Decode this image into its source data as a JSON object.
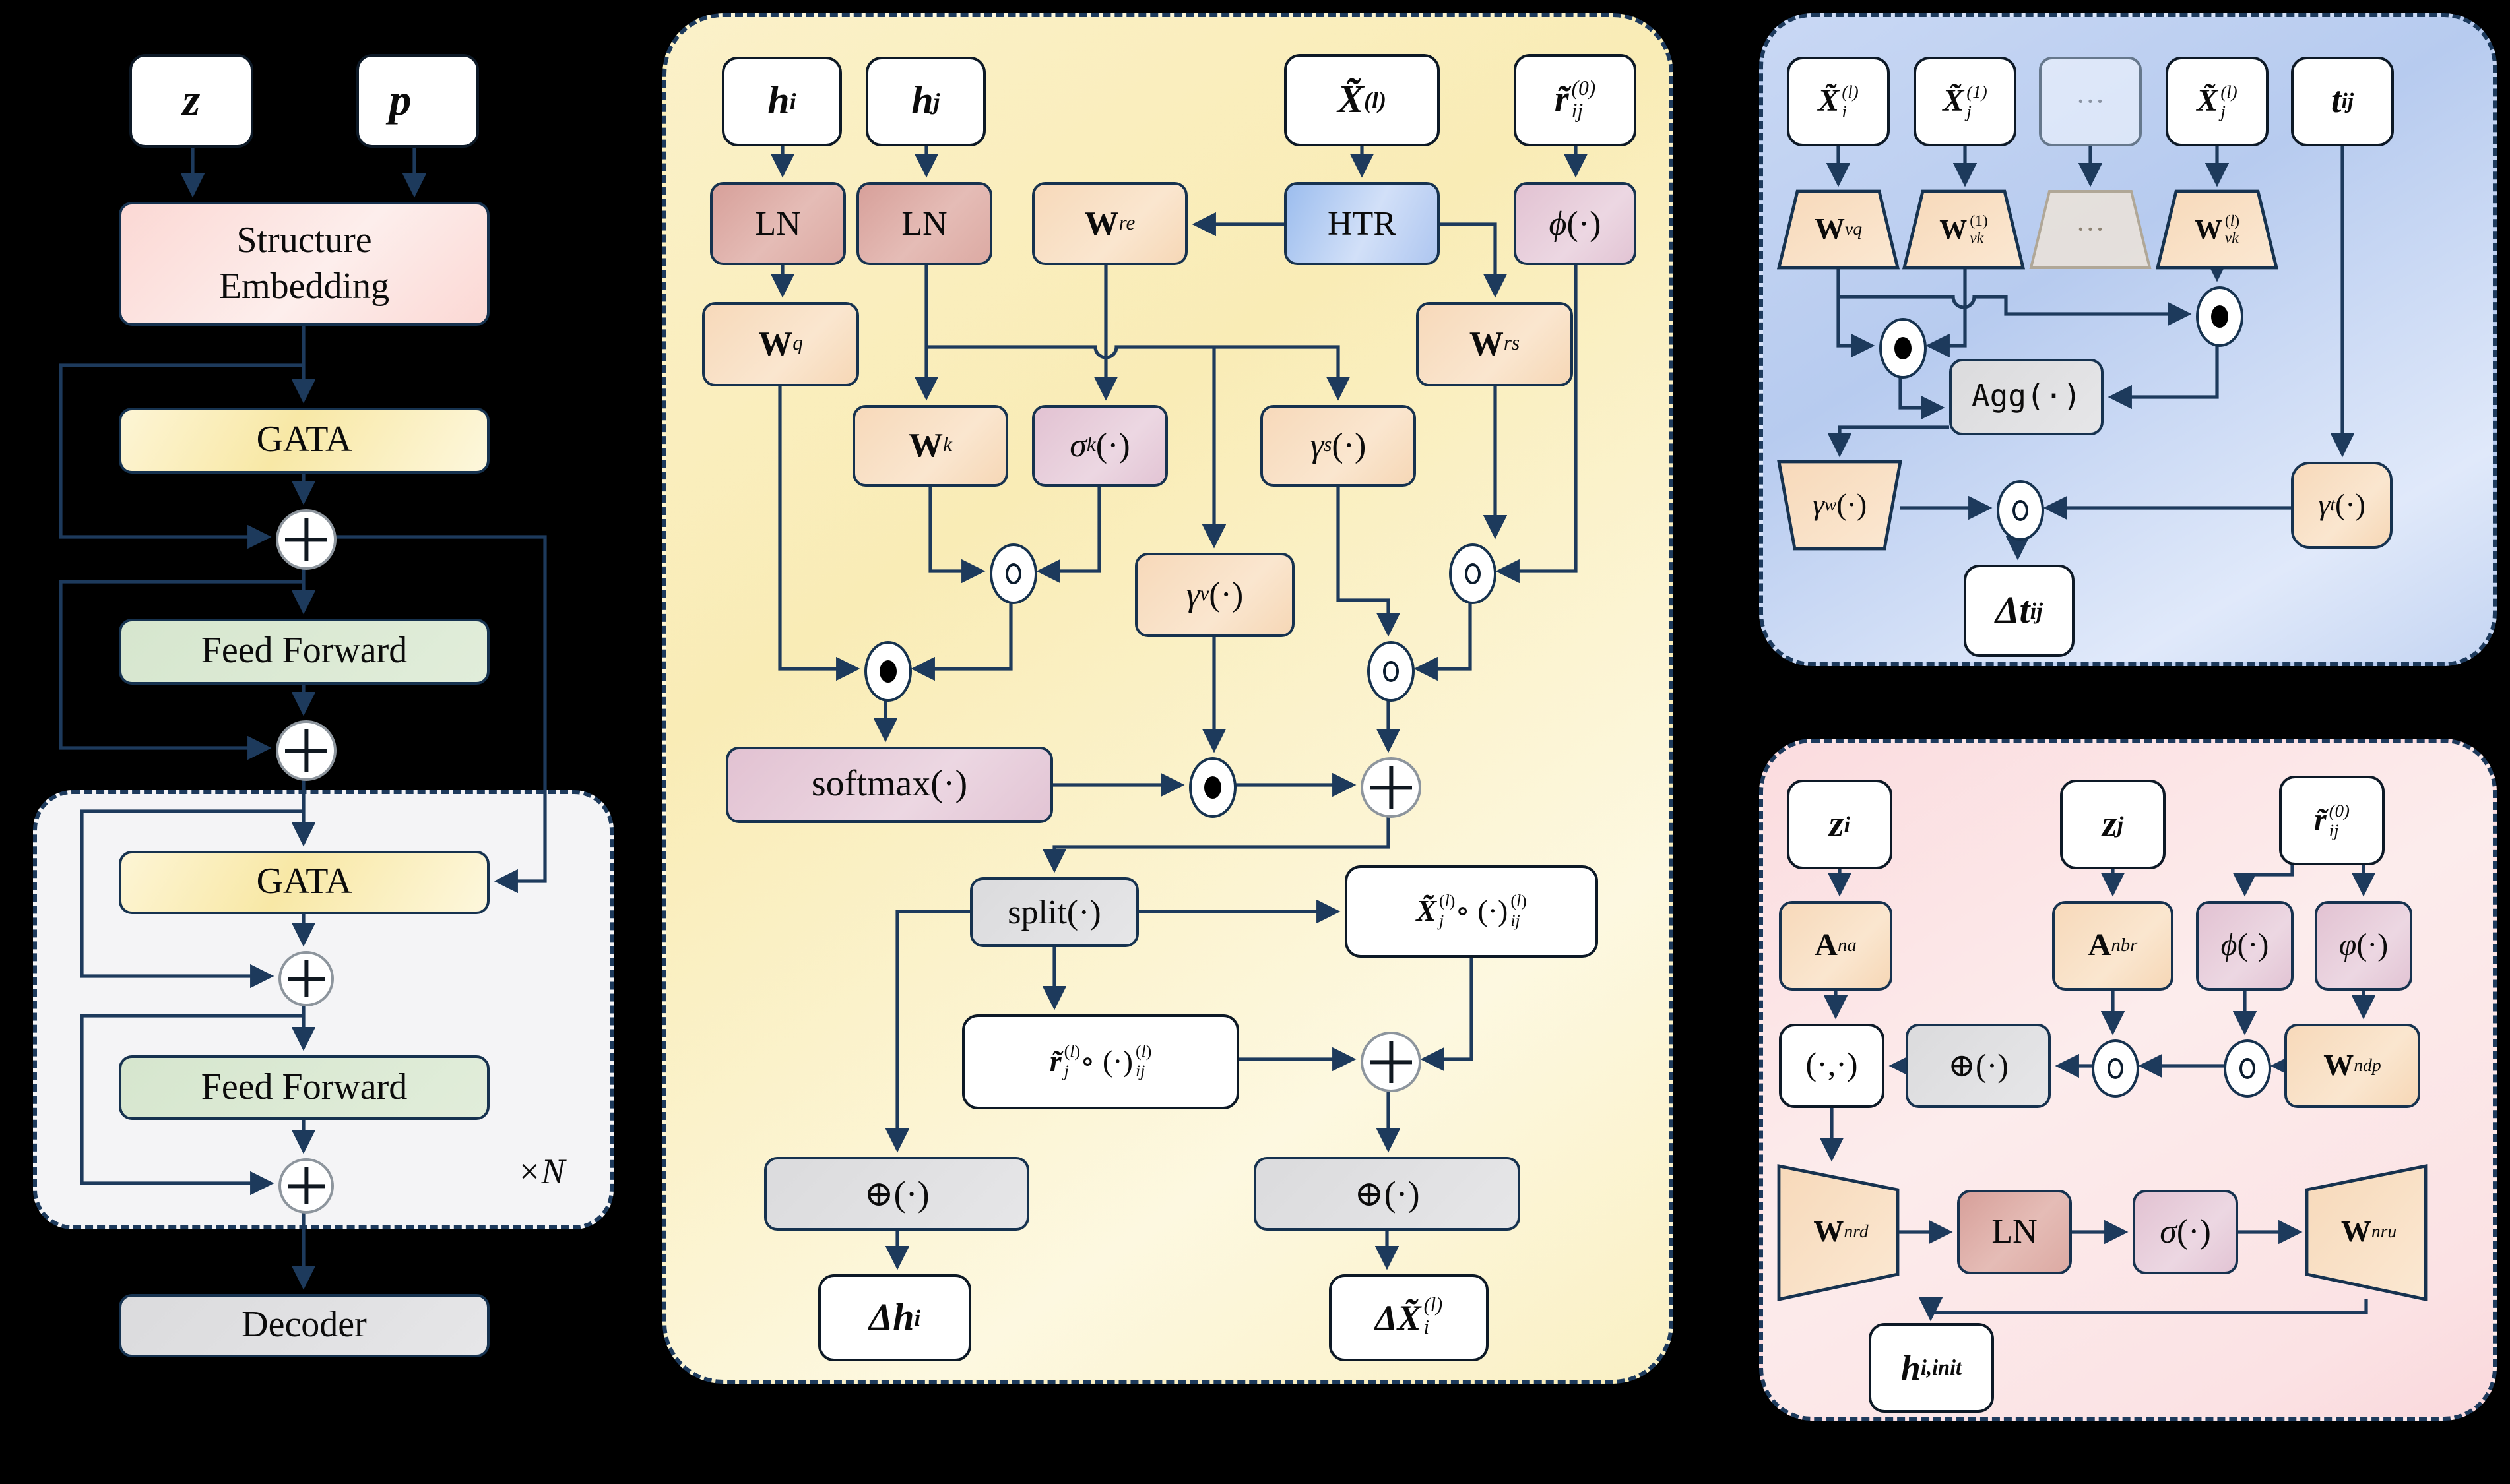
{
  "colors": {
    "background": "#000000",
    "wire": "#1d3a5c",
    "panel_yellow": "#faeebc",
    "panel_blue": "#bfd1f1",
    "panel_pink": "#fbe2e4",
    "box_salmon": "#dcaaa3",
    "box_peach": "#f8dfc4",
    "box_mauve": "#e5c9d8",
    "box_blue": "#b5cbf2",
    "box_green": "#dbe9d4",
    "box_gray": "#dedee0",
    "box_white": "#ffffff"
  },
  "encoder": {
    "z": "<b><i>z</i></b>",
    "p": "<b><i>p&#8407;</i></b>",
    "structure_embedding": "Structure<br>Embedding",
    "gata1": "GATA",
    "feed_forward1": "Feed Forward",
    "gata2": "GATA",
    "feed_forward2": "Feed Forward",
    "repeat": "<i>×N</i>",
    "decoder": "Decoder"
  },
  "gata_panel": {
    "h_i": "<b><i>h</i></b><sub><i>i</i></sub>",
    "h_j": "<b><i>h</i></b><sub><i>j</i></sub>",
    "X_l": "<b><i>X&#771;</i></b><sup>(<i>l</i>)</sup>",
    "r_ij0": "<b><i>r&#771;</i></b><span class='ss'><span class='u'>(0)</span><span class='d'><i>ij</i></span></span>",
    "ln_i": "LN",
    "ln_j": "LN",
    "W_re": "<b>W</b><sub><i>re</i></sub>",
    "htr": "HTR",
    "phi": "<i>ϕ</i>(·)",
    "W_q": "<b>W</b><sub><i>q</i></sub>",
    "W_k": "<b>W</b><sub><i>k</i></sub>",
    "W_rs": "<b>W</b><sub><i>rs</i></sub>",
    "sigma_k": "<i>σ</i><sub><i>k</i></sub>(·)",
    "gamma_s": "<i>γ</i><sub><i>s</i></sub>(·)",
    "gamma_v": "<i>γ</i><sub><i>v</i></sub>(·)",
    "softmax": "softmax(·)",
    "split": "split(·)",
    "Xj_comp": "<b><i>X&#771;</i></b><span class='ss'><span class='u'>(<i>l</i>)</span><span class='d'><i>j</i></span></span> ∘ (·)<span class='ss'><span class='u'>(<i>l</i>)</span><span class='d'><i>ij</i></span></span>",
    "rj_comp": "<b><i>r&#771;</i></b><span class='ss'><span class='u'>(<i>l</i>)</span><span class='d'><i>j</i></span></span> ∘ (·)<span class='ss'><span class='u'>(<i>l</i>)</span><span class='d'><i>ij</i></span></span>",
    "concat_l": "⊕(·)",
    "concat_r": "⊕(·)",
    "delta_h": "Δ<b><i>h</i></b><sub><i>i</i></sub>",
    "delta_X": "Δ<b><i>X&#771;</i></b><span class='ss'><span class='u'>(<i>l</i>)</span><span class='d'><i>i</i></span></span>"
  },
  "htr_panel": {
    "Xi_l": "<b><i>X&#771;</i></b><span class='ss'><span class='u'>(<i>l</i>)</span><span class='d'><i>i</i></span></span>",
    "Xj_1": "<b><i>X&#771;</i></b><span class='ss'><span class='u'>(1)</span><span class='d'><i>j</i></span></span>",
    "dots_x": "···",
    "Xj_l": "<b><i>X&#771;</i></b><span class='ss'><span class='u'>(<i>l</i>)</span><span class='d'><i>j</i></span></span>",
    "t_ij": "<b><i>t</i></b><sub><i>ij</i></sub>",
    "W_vq": "<b>W</b><sub><i>vq</i></sub>",
    "W_vk1": "<b>W</b><span class='ss'><span class='u'>(1)</span><span class='d'><i>vk</i></span></span>",
    "dots_w": "···",
    "W_vkl": "<b>W</b><span class='ss'><span class='u'>(<i>l</i>)</span><span class='d'><i>vk</i></span></span>",
    "agg": "Agg(·)",
    "gamma_w": "<i>γ</i><sub><i>w</i></sub>(·)",
    "gamma_t": "<i>γ</i><sub><i>t</i></sub>(·)",
    "delta_t": "Δ<b><i>t</i></b><sub><i>ij</i></sub>"
  },
  "ninit_panel": {
    "z_i": "<b><i>z</i></b><sub><i>i</i></sub>",
    "z_j": "<b><i>z</i></b><sub><i>j</i></sub>",
    "r_ij0": "<b><i>r&#771;</i></b><span class='ss'><span class='u'>(0)</span><span class='d'><i>ij</i></span></span>",
    "A_na": "<b>A</b><sub><i>na</i></sub>",
    "A_nbr": "<b>A</b><sub><i>nbr</i></sub>",
    "phi": "<i>ϕ</i>(·)",
    "varphi": "<i>φ</i>(·)",
    "W_ndp": "<b>W</b><sub><i>ndp</i></sub>",
    "pair": "(·,·)",
    "concat": "⊕(·)",
    "W_nrd": "<b>W</b><sub><i>nrd</i></sub>",
    "ln": "LN",
    "sigma": "<i>σ</i>(·)",
    "W_nru": "<b>W</b><sub><i>nru</i></sub>",
    "h_init": "<b><i>h</i></b><sub><i>i</i>,init</sub>"
  }
}
